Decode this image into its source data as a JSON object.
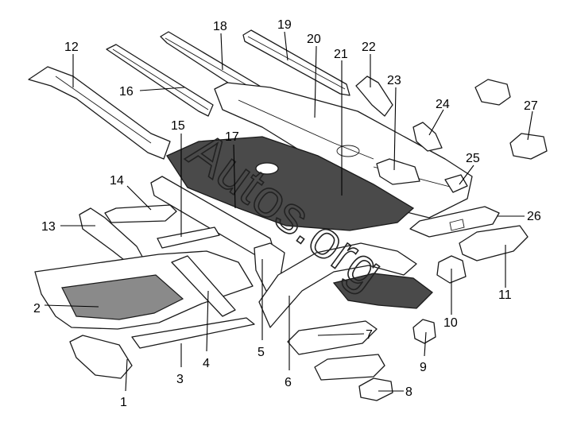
{
  "watermark": "Autos.org",
  "callouts": [
    "1",
    "2",
    "3",
    "4",
    "5",
    "6",
    "7",
    "8",
    "9",
    "10",
    "11",
    "12",
    "13",
    "14",
    "15",
    "16",
    "17",
    "18",
    "19",
    "20",
    "21",
    "22",
    "23",
    "24",
    "25",
    "26",
    "27"
  ]
}
